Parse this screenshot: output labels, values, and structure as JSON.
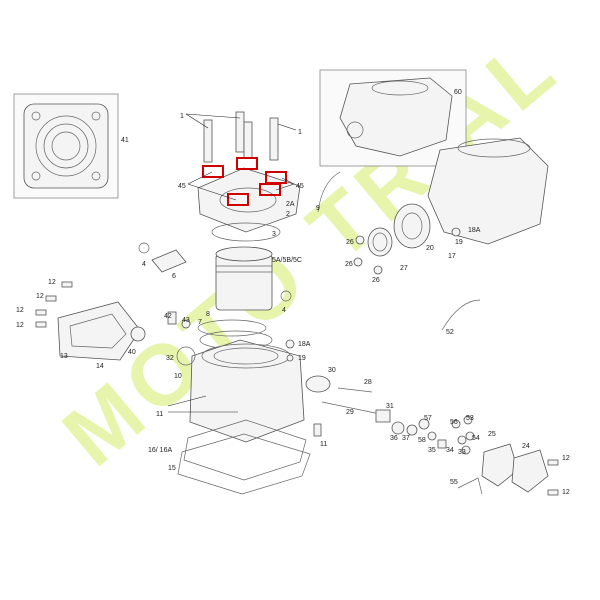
{
  "watermark": {
    "text": "MOTO TRIAL",
    "color": "#c9e84a",
    "opacity": 0.45
  },
  "highlight_color": "#d00000",
  "labels": {
    "l41": "41",
    "l60": "60",
    "l1a": "1",
    "l1b": "1",
    "l45a": "45",
    "l45b": "45",
    "l2a": "2A",
    "l2": "2",
    "l3": "3",
    "l9": "9",
    "l26a": "26",
    "l26b": "26",
    "l26c": "26",
    "l27": "27",
    "l20": "20",
    "l17": "17",
    "l19a": "19",
    "l18a1": "18A",
    "l4a": "4",
    "l6": "6",
    "l5": "5A/5B/5C",
    "l4b": "4",
    "l12a": "12",
    "l12b": "12",
    "l12c": "12",
    "l12d": "12",
    "l13": "13",
    "l14": "14",
    "l40": "40",
    "l42": "42",
    "l43": "43",
    "l7": "7",
    "l8": "8",
    "l32": "32",
    "l10": "10",
    "l11a": "11",
    "l11b": "11",
    "l18a2": "18A",
    "l19b": "19",
    "l30": "30",
    "l28": "28",
    "l29": "29",
    "l31": "31",
    "l36": "36",
    "l37": "37",
    "l57": "57",
    "l58": "58",
    "l35": "35",
    "l56": "56",
    "l34": "34",
    "l33": "33",
    "l53": "53",
    "l54": "54",
    "l25": "25",
    "l24": "24",
    "l12e": "12",
    "l12f": "12",
    "l55": "55",
    "l52": "52",
    "l1616a": "16/ 16A",
    "l15": "15"
  }
}
